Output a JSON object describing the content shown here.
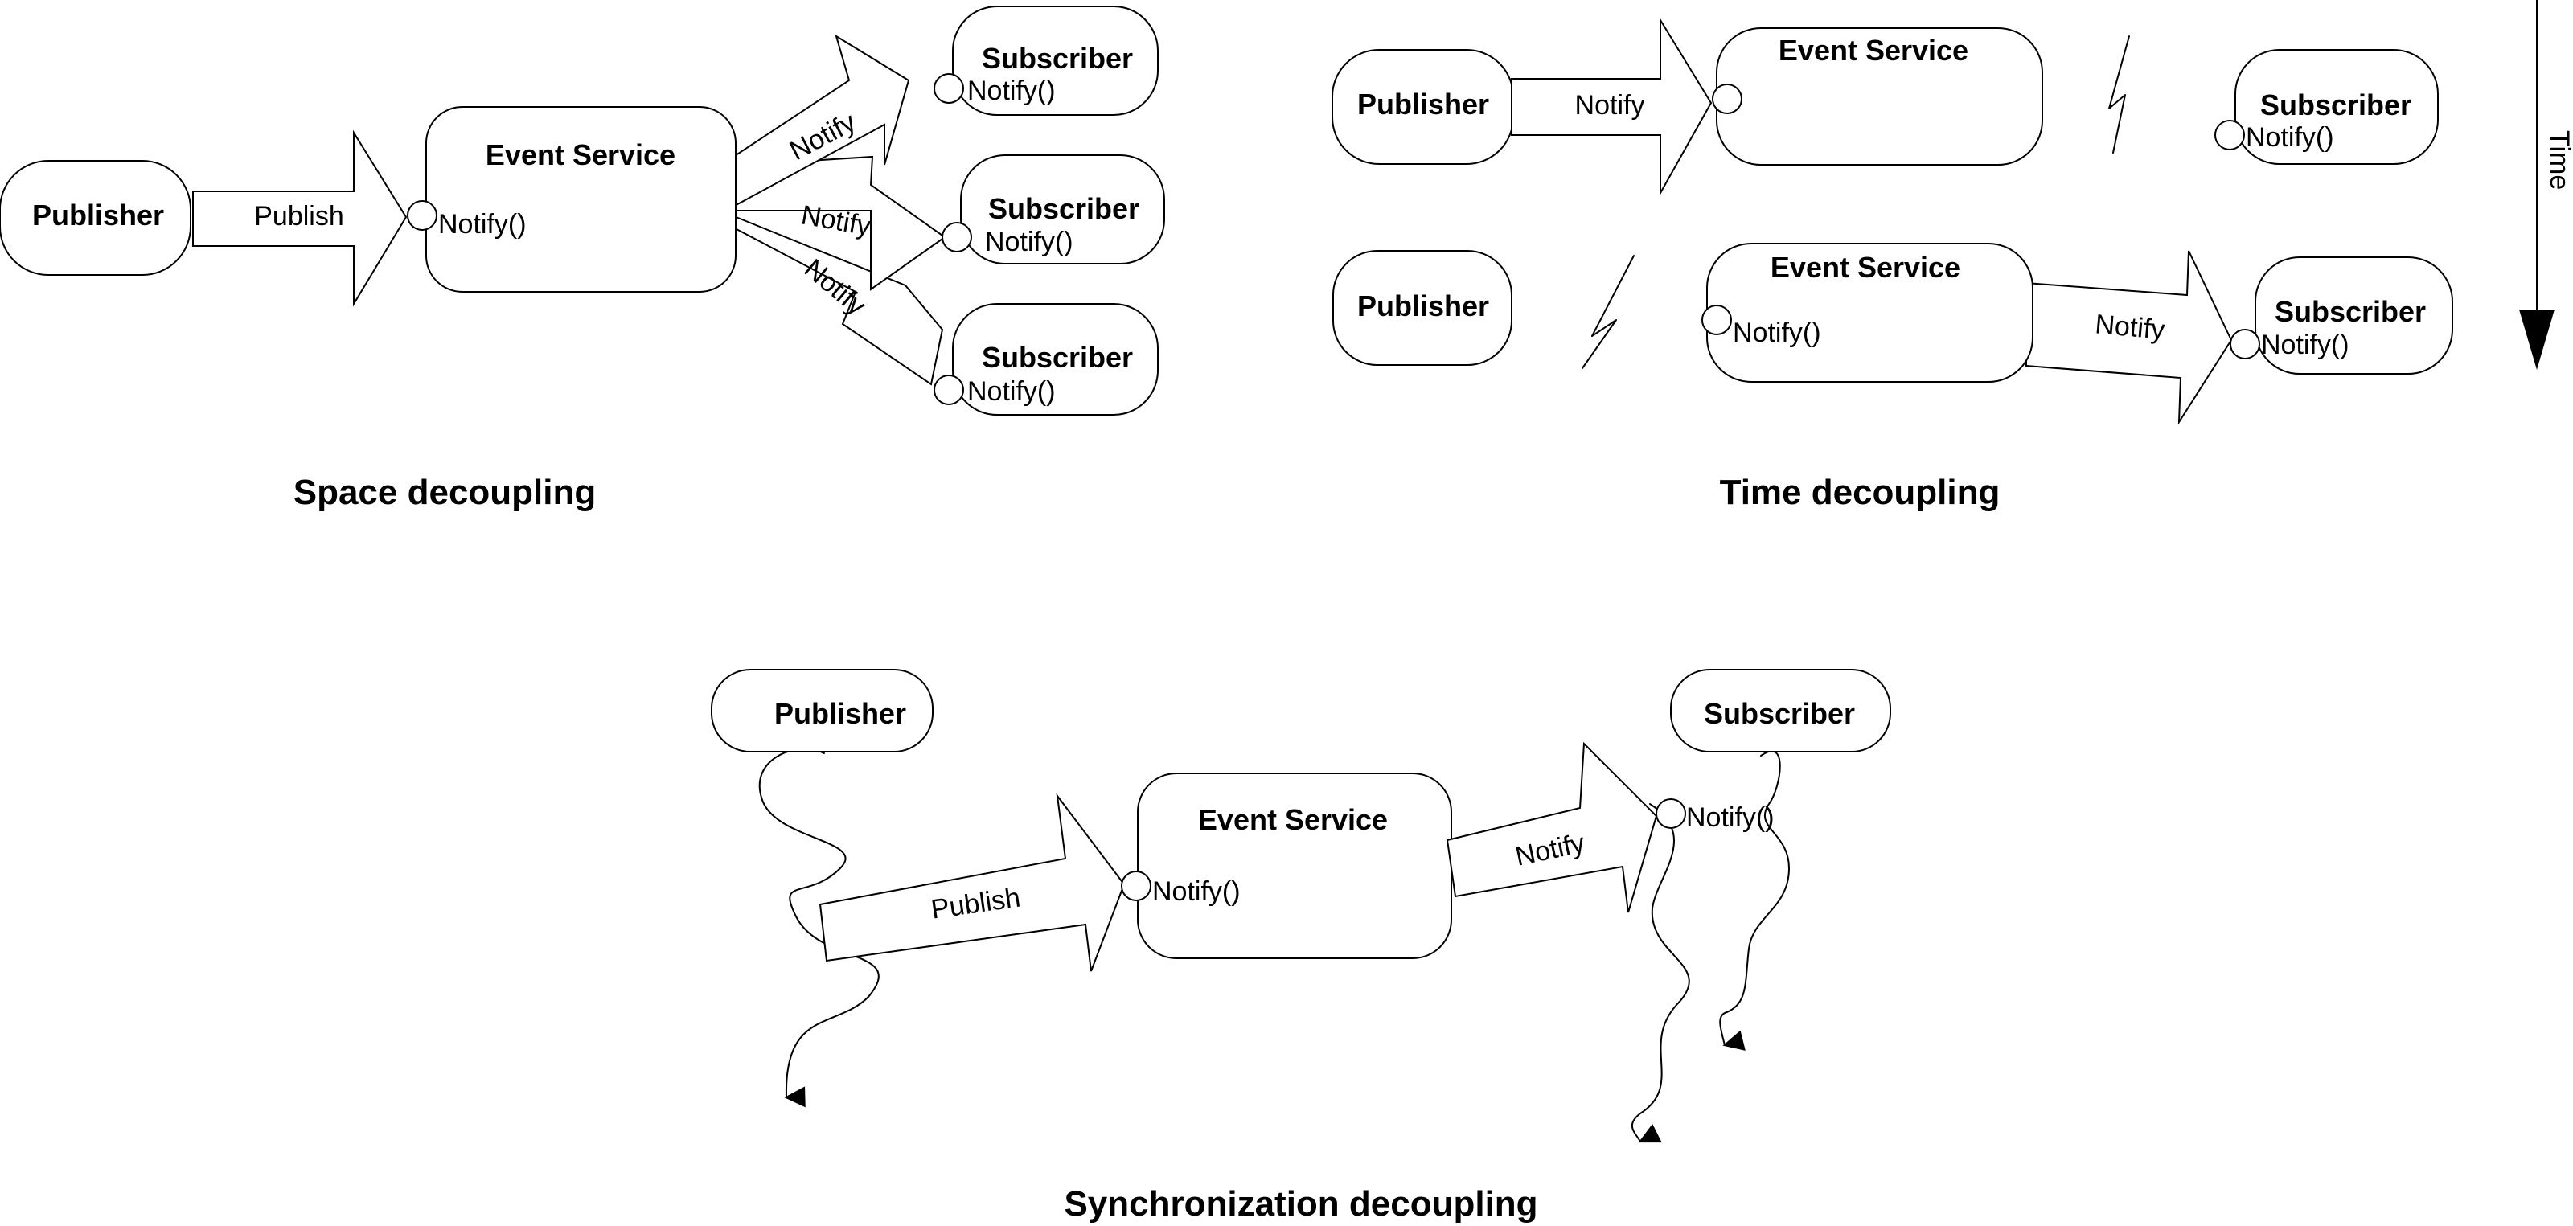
{
  "captions": {
    "space": "Space decoupling",
    "time": "Time decoupling",
    "sync": "Synchronization decoupling"
  },
  "space": {
    "publisher": "Publisher",
    "publish": "Publish",
    "event_service": "Event Service",
    "service_notify_method": "Notify()",
    "notify_arrows": [
      "Notify",
      "Notify",
      "Notify"
    ],
    "subscribers": [
      {
        "name": "Subscriber",
        "method": "Notify()"
      },
      {
        "name": "Subscriber",
        "method": "Notify()"
      },
      {
        "name": "Subscriber",
        "method": "Notify()"
      }
    ]
  },
  "time": {
    "axis_label": "Time",
    "row1": {
      "publisher": "Publisher",
      "notify": "Notify",
      "event_service": "Event Service",
      "subscriber": "Subscriber",
      "subscriber_method": "Notify()"
    },
    "row2": {
      "publisher": "Publisher",
      "event_service": "Event Service",
      "service_method": "Notify()",
      "notify": "Notify",
      "subscriber": "Subscriber",
      "subscriber_method": "Notify()"
    }
  },
  "sync": {
    "publisher": "Publisher",
    "publish": "Publish",
    "event_service": "Event Service",
    "service_method": "Notify()",
    "notify": "Notify",
    "subscriber": "Subscriber",
    "subscriber_method": "Notify()"
  }
}
